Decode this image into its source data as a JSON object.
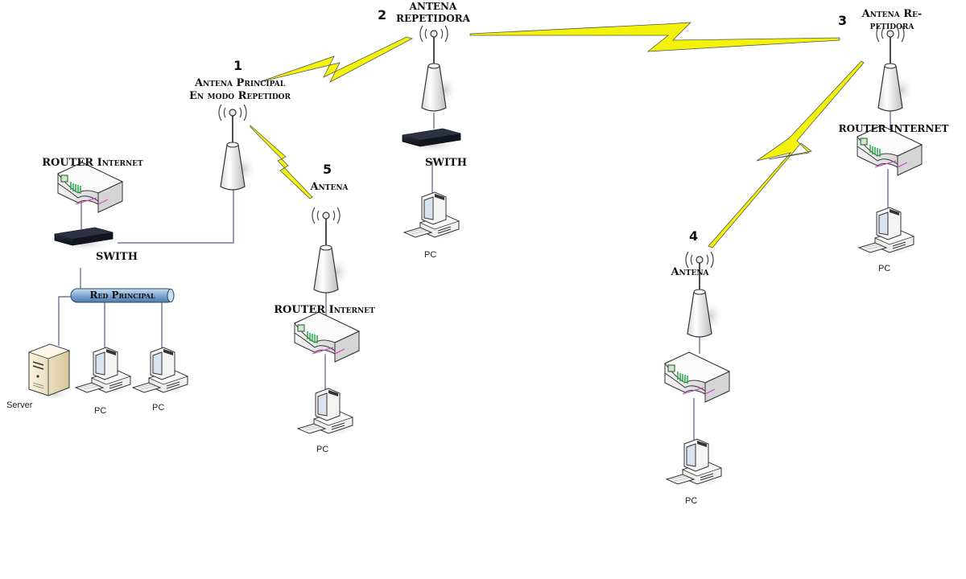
{
  "diagram": {
    "type": "wireless-network-topology",
    "nodes": {
      "antenna1": {
        "number": "1",
        "label_line1": "Antena Principal",
        "label_line2": "En modo Repetidor"
      },
      "antenna2": {
        "number": "2",
        "label_line1": "ANTENA",
        "label_line2": "REPETIDORA"
      },
      "antenna3": {
        "number": "3",
        "label_line1": "Antena Re-",
        "label_line2": "petidora"
      },
      "antenna4": {
        "number": "4",
        "label": "Antena"
      },
      "antenna5": {
        "number": "5",
        "label": "Antena"
      },
      "main_router": {
        "label": "ROUTER Internet"
      },
      "main_switch": {
        "label": "SWITH"
      },
      "main_network": {
        "label": "Red Principal"
      },
      "server": {
        "label": "Server"
      },
      "main_pc1": {
        "label": "PC"
      },
      "main_pc2": {
        "label": "PC"
      },
      "router5": {
        "label": "ROUTER Internet"
      },
      "pc5": {
        "label": "PC"
      },
      "switch2": {
        "label": "SWITH"
      },
      "pc2": {
        "label": "PC"
      },
      "router3": {
        "label": "ROUTER INTERNET"
      },
      "pc3": {
        "label": "PC"
      },
      "router4": {
        "label": ""
      },
      "pc4": {
        "label": "PC"
      }
    },
    "wireless_links": [
      {
        "from": "1",
        "to": "2"
      },
      {
        "from": "1",
        "to": "5"
      },
      {
        "from": "2",
        "to": "3"
      },
      {
        "from": "3",
        "to": "4"
      }
    ],
    "colors": {
      "lightning": "#f2f20a",
      "lightning_edge": "#555555",
      "wire": "#5a5a8a",
      "network_bus": "#8fb4d8",
      "switch_body": "#1e2230",
      "router_leds": "#22aa44",
      "router_stripe": "#d040c0",
      "server_body": "#efe3c4"
    }
  }
}
